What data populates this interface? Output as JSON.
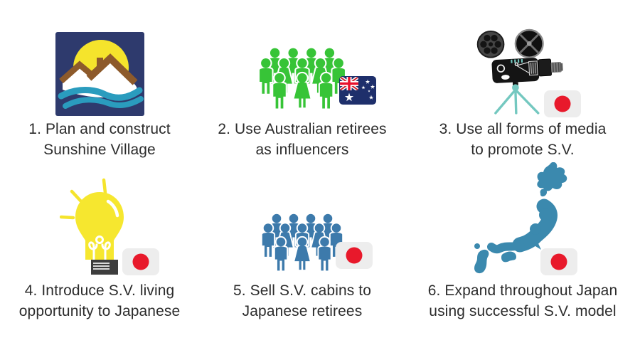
{
  "colors": {
    "text_color": "#2c2c2c",
    "logo_navy": "#2e3a6d",
    "sun_yellow": "#f5e42c",
    "roof_brown": "#8d5a2b",
    "wave_teal": "#2a9cbe",
    "crowd_green": "#37c437",
    "crowd_blue": "#3d7aab",
    "japan_blue": "#3b89ae",
    "flag_bg": "#ededed",
    "flag_red": "#e8192b",
    "aus_navy": "#1e2f6b",
    "camera_teal": "#74c8c0",
    "bulb_yellow": "#f6e72f",
    "bulb_base": "#3d3d3d"
  },
  "steps": [
    {
      "icon": "sunshine-village-logo",
      "line1": "1. Plan and construct",
      "line2": "Sunshine Village"
    },
    {
      "icon": "green-retirees-crowd",
      "line1": "2. Use Australian retirees",
      "line2": "as influencers"
    },
    {
      "icon": "movie-camera",
      "line1": "3. Use all forms of media",
      "line2": "to promote S.V."
    },
    {
      "icon": "lightbulb",
      "line1": "4. Introduce S.V. living",
      "line2": "opportunity to Japanese"
    },
    {
      "icon": "blue-retirees-crowd",
      "line1": "5. Sell S.V. cabins to",
      "line2": "Japanese retirees"
    },
    {
      "icon": "japan-map",
      "line1": "6. Expand throughout Japan",
      "line2": "using successful S.V. model"
    }
  ]
}
